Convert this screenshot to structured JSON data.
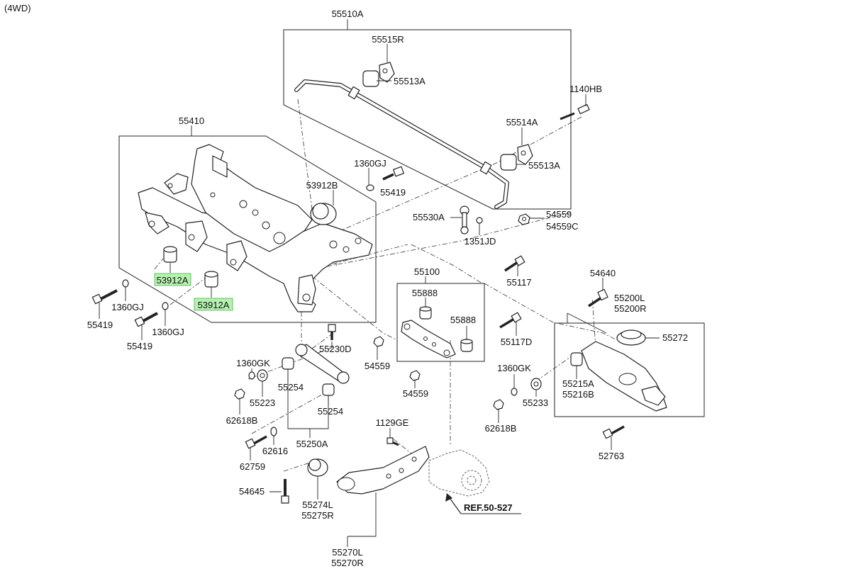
{
  "variant_note": "(4WD)",
  "highlight_color": "#b6f2b0",
  "labels": {
    "p55510A": "55510A",
    "p55515R": "55515R",
    "p55513A_top": "55513A",
    "p1140HB": "1140HB",
    "p55514A": "55514A",
    "p55513A_right": "55513A",
    "p55410": "55410",
    "p1360GJ_top": "1360GJ",
    "p53912B": "53912B",
    "p55419_top": "55419",
    "p55530A": "55530A",
    "p54559_a": "54559",
    "p54559C": "54559C",
    "p1351JD": "1351JD",
    "p53912A_1": "53912A",
    "p53912A_2": "53912A",
    "p1360GJ_left": "1360GJ",
    "p55419_left": "55419",
    "p55419_left2": "55419",
    "p1360GJ_mid": "1360GJ",
    "p55100": "55100",
    "p55888_a": "55888",
    "p55888_b": "55888",
    "p55117": "55117",
    "p54640": "54640",
    "p55200L": "55200L",
    "p55200R": "55200R",
    "p55272": "55272",
    "p55230D": "55230D",
    "p1360GK_left": "1360GK",
    "p55254_a": "55254",
    "p55223": "55223",
    "p55254_b": "55254",
    "p54559_b": "54559",
    "p54559_c": "54559",
    "p55117D": "55117D",
    "p1360GK_right": "1360GK",
    "p55233": "55233",
    "p55215A": "55215A",
    "p55216B": "55216B",
    "p62618B_left": "62618B",
    "p62618B_right": "62618B",
    "p62616": "62616",
    "p55250A": "55250A",
    "p1129GE": "1129GE",
    "p62759": "62759",
    "p52763": "52763",
    "p54645": "54645",
    "p55274L": "55274L",
    "p55275R": "55275R",
    "pREF": "REF.50-527",
    "p55270L": "55270L",
    "p55270R": "55270R"
  }
}
